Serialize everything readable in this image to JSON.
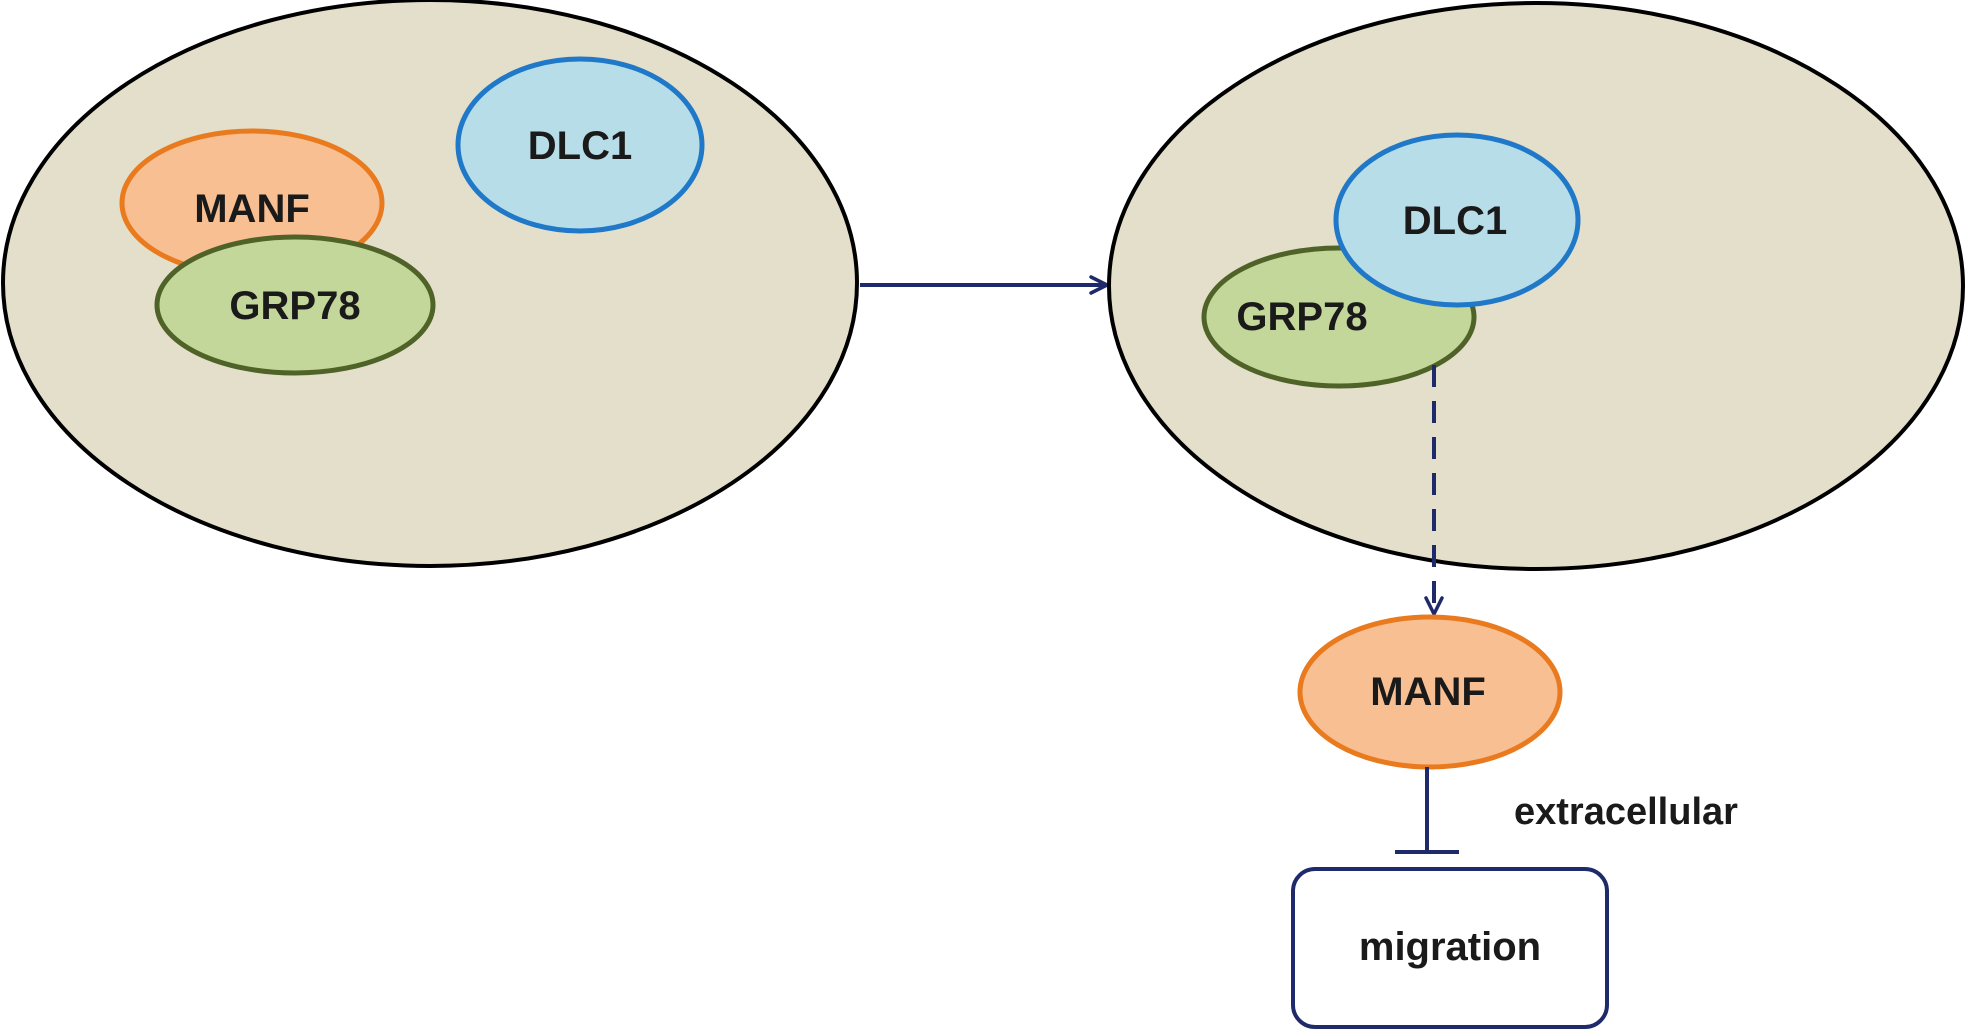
{
  "left_cell": {
    "manf_label": "MANF",
    "grp78_label": "GRP78",
    "dlc1_label": "DLC1"
  },
  "right_cell": {
    "dlc1_label": "DLC1",
    "grp78_label": "GRP78"
  },
  "secreted": {
    "manf_label": "MANF",
    "extracellular_label": "extracellular",
    "migration_label": "migration"
  },
  "colors": {
    "cell_fill": "#e3dfca",
    "cell_stroke": "#000000",
    "manf_fill": "#f8bf92",
    "manf_stroke": "#e97a1e",
    "grp78_fill": "#c4d79b",
    "grp78_stroke": "#4f6228",
    "dlc1_fill": "#b7dde8",
    "dlc1_stroke": "#1f78c8",
    "arrow": "#1f2a6b"
  }
}
